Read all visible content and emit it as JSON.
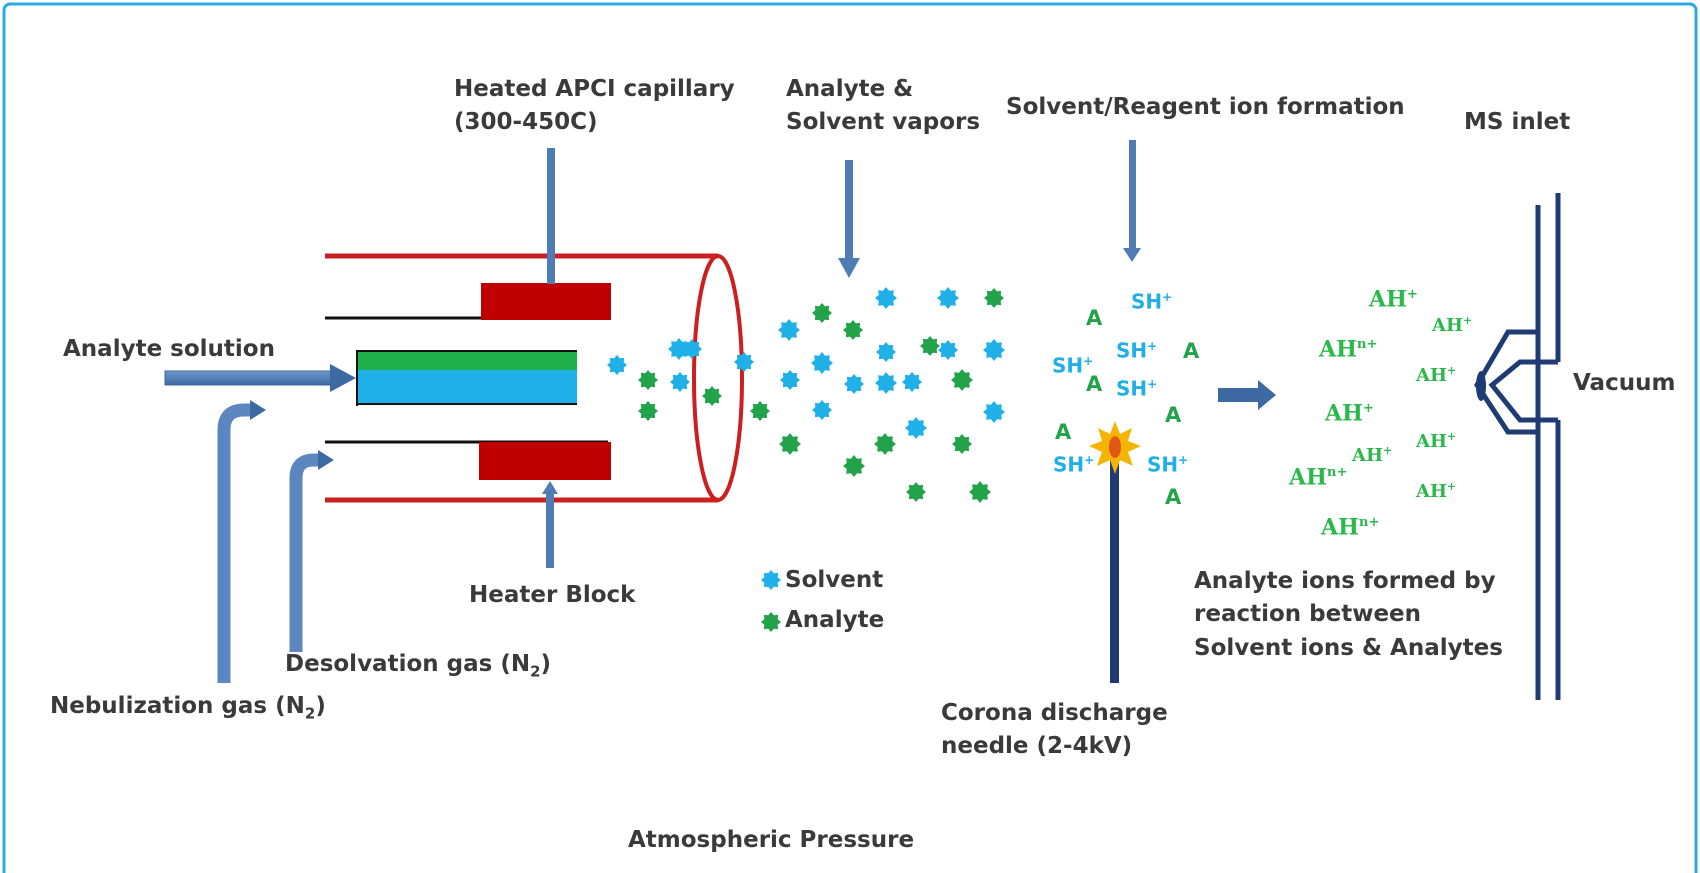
{
  "labels": {
    "heated_capillary_line1": "Heated APCI capillary",
    "heated_capillary_line2": "(300-450C)",
    "vapors_line1": "Analyte &",
    "vapors_line2": "Solvent  vapors",
    "reagent_ion_formation": "Solvent/Reagent ion formation",
    "ms_inlet": "MS inlet",
    "analyte_solution": "Analyte solution",
    "vacuum": "Vacuum",
    "heater_block": "Heater Block",
    "legend_solvent": "Solvent",
    "legend_analyte": "Analyte",
    "desolvation_gas": "Desolvation gas (N",
    "nebulization_gas": "Nebulization gas (N",
    "gas_subscript": "2",
    "gas_close": ")",
    "corona_line1": "Corona discharge",
    "corona_line2": "needle (2-4kV)",
    "analyte_ions_line1": "Analyte ions formed by",
    "analyte_ions_line2": "reaction between",
    "analyte_ions_line3": "Solvent ions & Analytes",
    "atmospheric_pressure": "Atmospheric Pressure"
  },
  "ions": {
    "solvent_ion": "SH",
    "analyte": "A",
    "analyte_ion": "AH",
    "charge": "+",
    "multi_charge": "n+"
  },
  "colors": {
    "frame": "#29abe2",
    "tube": "#cc1f1f",
    "heater_block": "#c00000",
    "arrow": "#4f81bd",
    "solvent": "#1fb0e8",
    "analyte": "#22a34a",
    "needle": "#1f3b73",
    "spark": "#f5b400",
    "ms_inlet": "#1f3b73"
  }
}
